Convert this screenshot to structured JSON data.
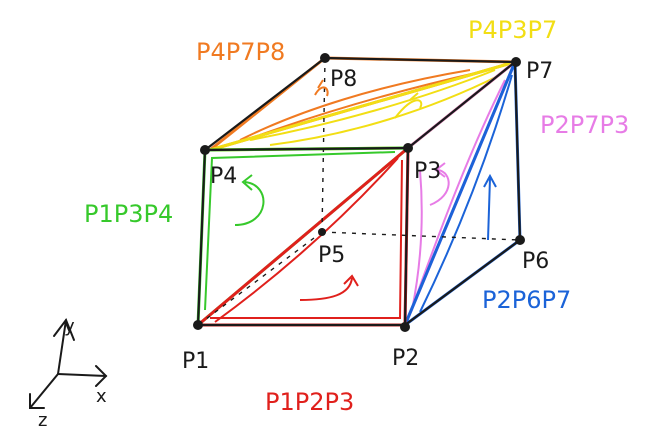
{
  "colors": {
    "ink": "#1a1a1a",
    "red": "#e0201c",
    "green": "#36c92b",
    "magenta": "#e77ce6",
    "blue": "#1b63d8",
    "yellow": "#f2de14",
    "orange": "#f07a21"
  },
  "vertices": {
    "p1": "P1",
    "p2": "P2",
    "p3": "P3",
    "p4": "P4",
    "p5": "P5",
    "p6": "P6",
    "p7": "P7",
    "p8": "P8"
  },
  "triangles": {
    "bottom": "P1P2P3",
    "left": "P1P3P4",
    "right_upper": "P2P7P3",
    "right_lower": "P2P6P7",
    "top_right": "P4P3P7",
    "top_left": "P4P7P8"
  },
  "axes": {
    "y": "y",
    "x": "x",
    "z": "z"
  }
}
